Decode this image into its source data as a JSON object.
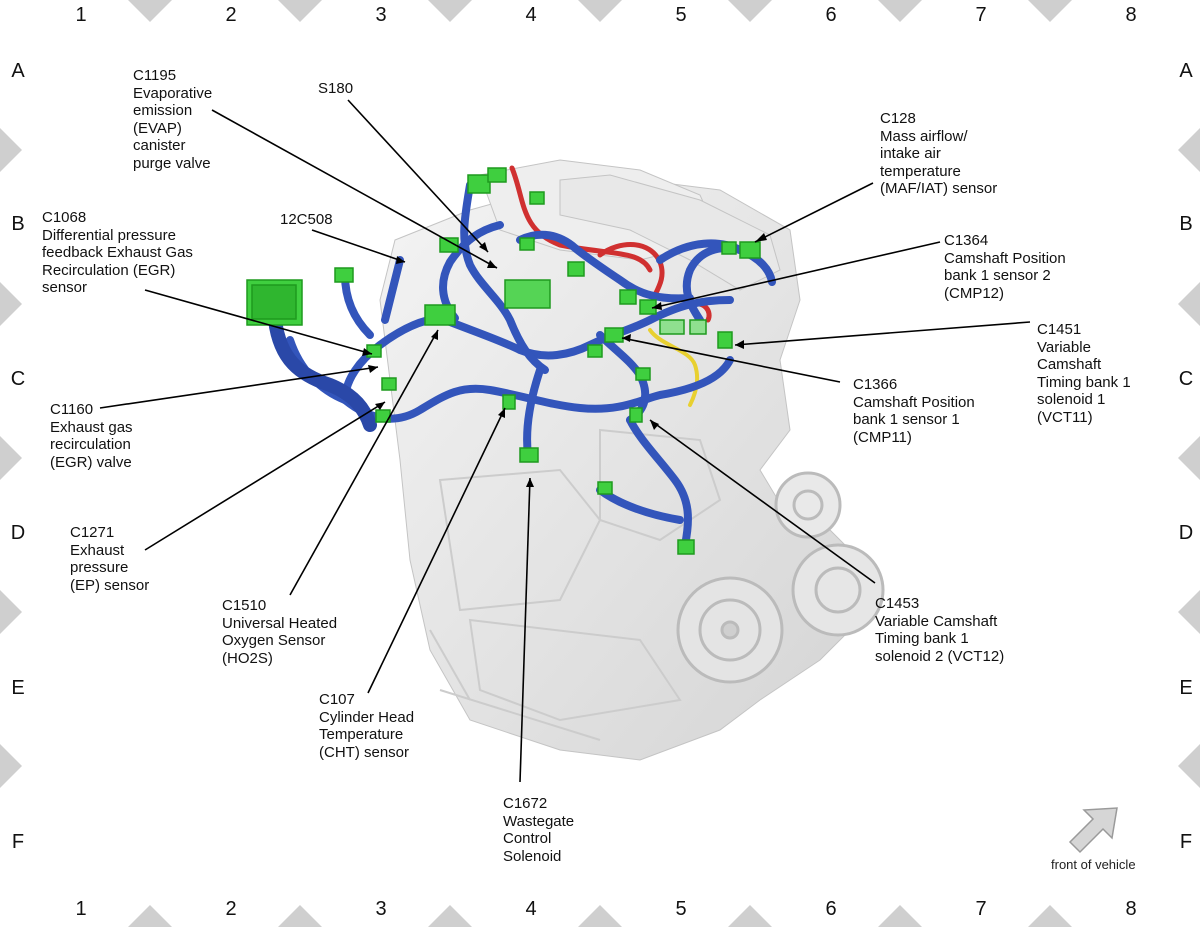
{
  "grid": {
    "columns": [
      "1",
      "2",
      "3",
      "4",
      "5",
      "6",
      "7",
      "8"
    ],
    "rows": [
      "A",
      "B",
      "C",
      "D",
      "E",
      "F"
    ]
  },
  "labels": {
    "c1195": "C1195\nEvaporative\nemission\n(EVAP)\ncanister\npurge valve",
    "s180": "S180",
    "c128": "C128\nMass airflow/\nintake air\ntemperature\n(MAF/IAT) sensor",
    "c1068": "C1068\nDifferential pressure\nfeedback Exhaust Gas\nRecirculation (EGR)\nsensor",
    "s12c508": "12C508",
    "c1364": "C1364\nCamshaft Position\nbank 1 sensor 2\n(CMP12)",
    "c1451": "C1451\nVariable\nCamshaft\nTiming bank 1\nsolenoid 1\n(VCT11)",
    "c1366": "C1366\nCamshaft Position\nbank 1 sensor 1\n(CMP11)",
    "c1160": "C1160\nExhaust gas\nrecirculation\n(EGR) valve",
    "c1271": "C1271\nExhaust\npressure\n(EP) sensor",
    "c1510": "C1510\nUniversal Heated\nOxygen Sensor\n(HO2S)",
    "c107": "C107\nCylinder Head\nTemperature\n(CHT) sensor",
    "c1672": "C1672\nWastegate\nControl\nSolenoid",
    "c1453": "C1453\nVariable Camshaft\nTiming bank 1\nsolenoid 2 (VCT12)"
  },
  "orientation": {
    "text": "front of vehicle",
    "icon": "arrow-up-right-icon"
  },
  "colors": {
    "harness": "#3355bb",
    "connector": "#3fcf3f",
    "connector_dark": "#1f9a1f",
    "engine": "#e6e6e6",
    "red_wire": "#d03030",
    "yellow_wire": "#e8d030",
    "border_marks": "#cfcfcf"
  }
}
